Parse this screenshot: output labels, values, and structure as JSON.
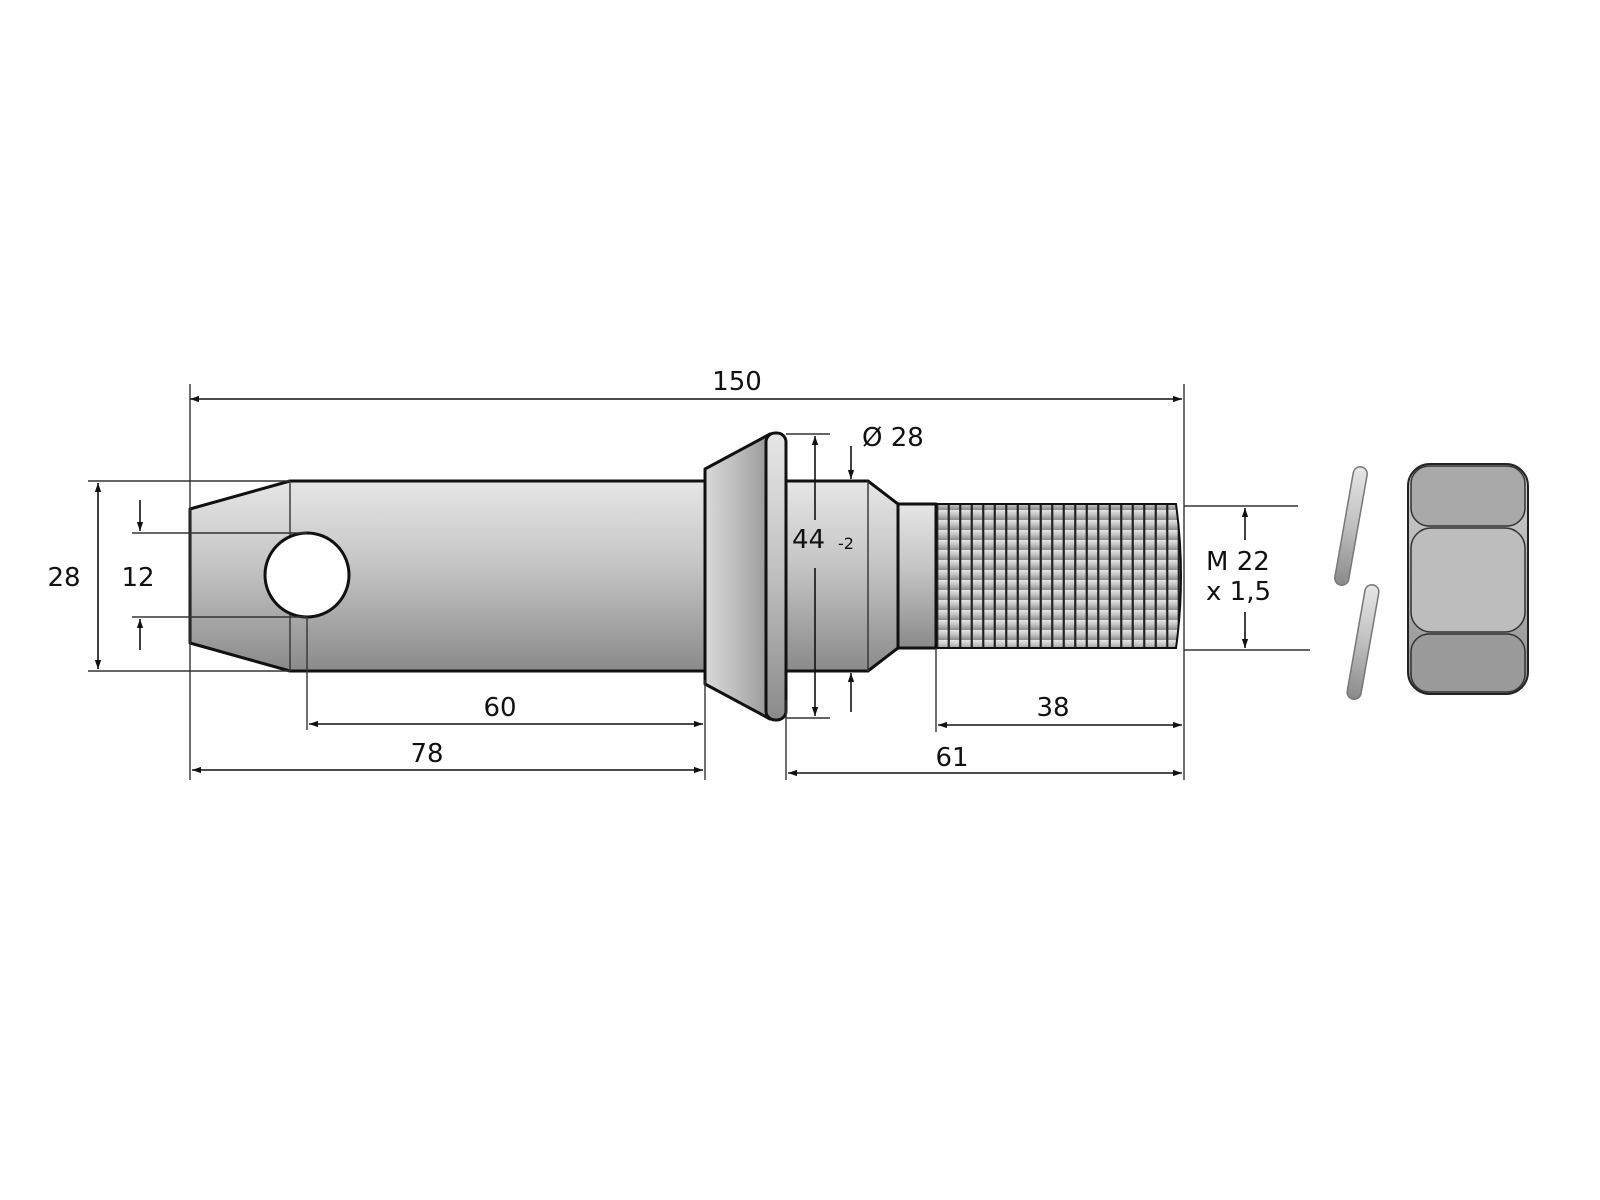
{
  "dimensions": {
    "total_length": "150",
    "collar_diameter": "Ø 28",
    "cone_diameter": "44",
    "cone_tolerance": "-2",
    "pin_diameter": "28",
    "hole_diameter": "12",
    "thread_size": "M 22",
    "thread_pitch": "x 1,5",
    "hole_to_cone": "60",
    "pin_length": "78",
    "thread_length": "38",
    "rear_length": "61"
  },
  "colors": {
    "metal_light": "#e4e4e4",
    "metal_mid": "#b5b5b5",
    "metal_dark": "#8c8c8c",
    "line": "#111111"
  }
}
